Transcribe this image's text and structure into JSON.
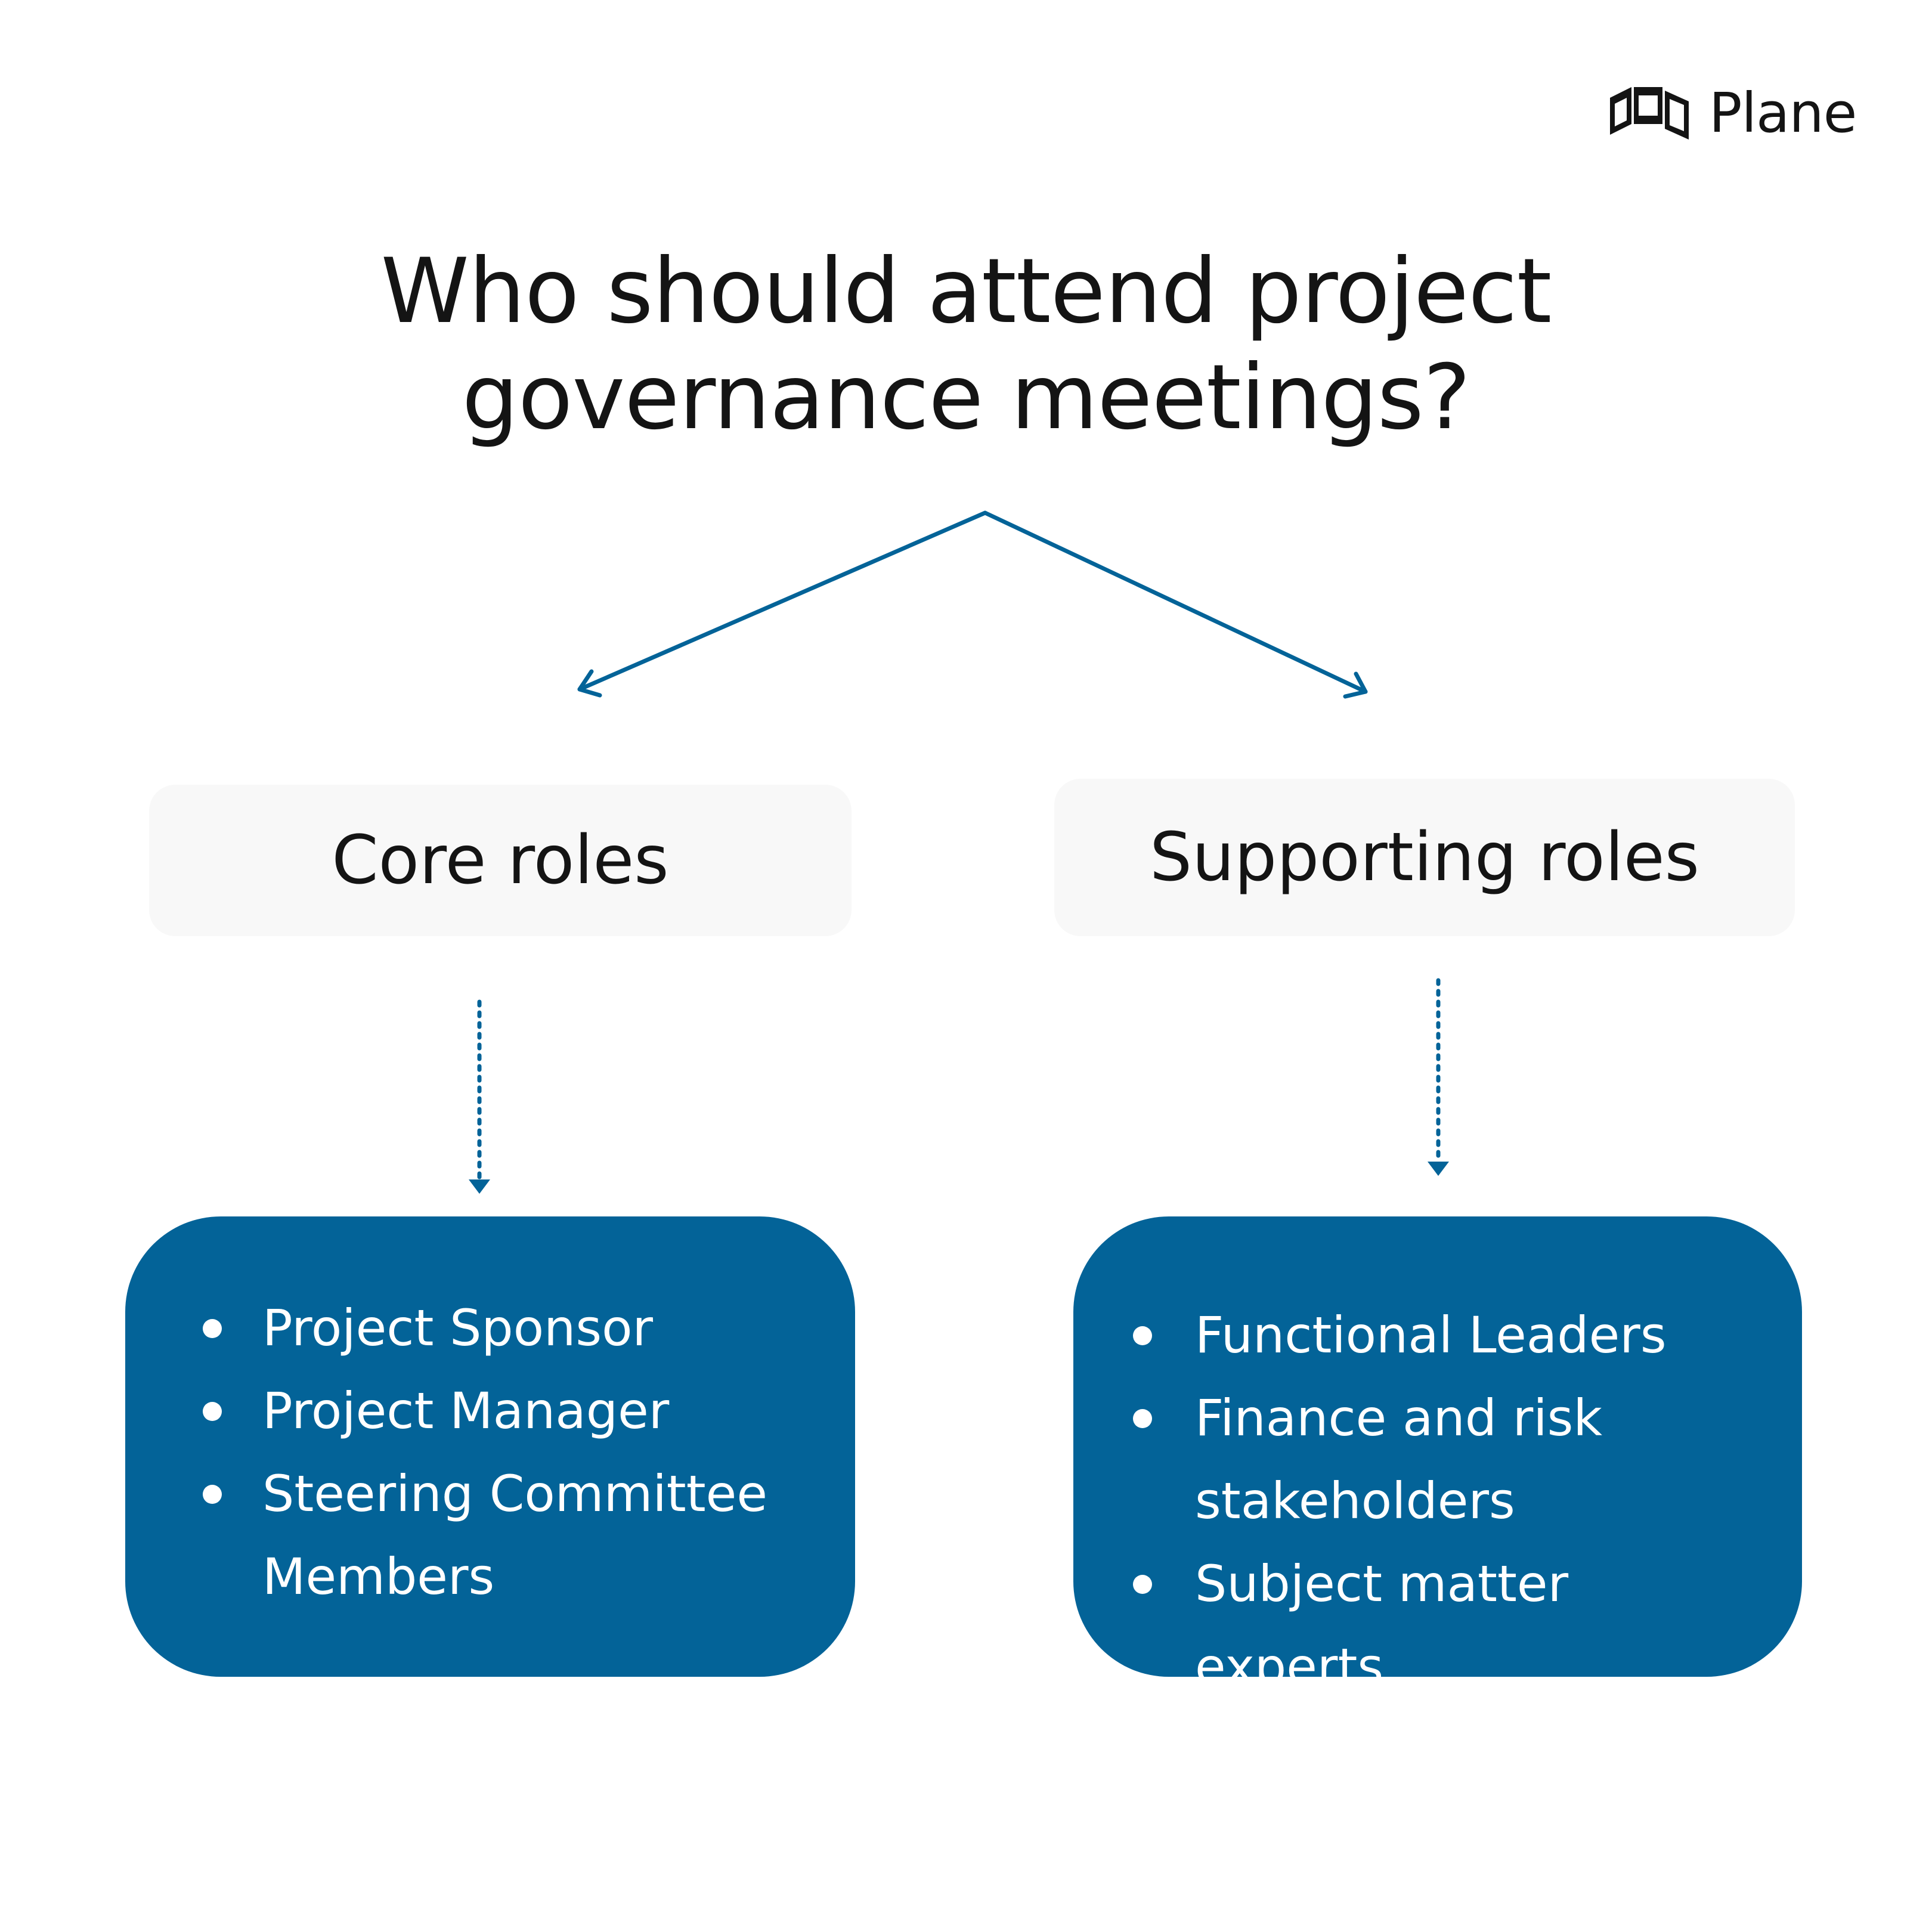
{
  "brand": {
    "name": "Plane",
    "logo_icon": "plane-logo-icon"
  },
  "title": "Who should attend project governance meetings?",
  "colors": {
    "accent": "#036398",
    "text": "#141414",
    "category_bg": "#f8f8f8",
    "background": "#ffffff"
  },
  "categories": [
    {
      "label": "Core roles",
      "roles": [
        "Project Sponsor",
        "Project Manager",
        "Steering Committee\nMembers"
      ]
    },
    {
      "label": "Supporting roles",
      "roles": [
        "Functional Leaders",
        "Finance and risk\nstakeholders",
        "Subject matter experts"
      ]
    }
  ]
}
